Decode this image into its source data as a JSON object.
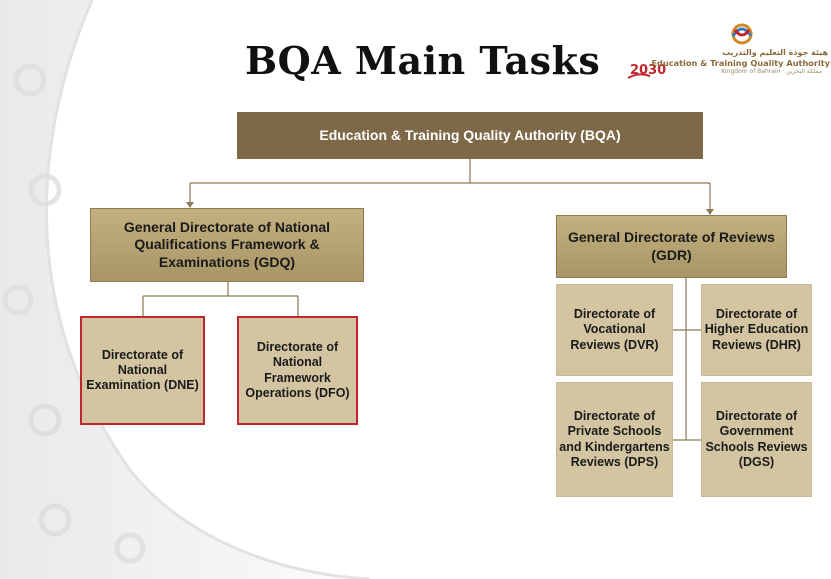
{
  "title": "BQA Main Tasks",
  "logo": {
    "arabic_name": "هيئة جودة التعليم والتدريب",
    "english_name": "Education & Training Quality Authority",
    "kingdom_line": "Kingdom of Bahrain · مملكة البحرين"
  },
  "org": {
    "top": "Education & Training Quality Authority (BQA)",
    "gdq": "General Directorate of National Qualifications Framework & Examinations (GDQ)",
    "gdr": "General Directorate of Reviews (GDR)",
    "dne": "Directorate of National Examination (DNE)",
    "dfo": "Directorate of National Framework Operations (DFO)",
    "dvr": "Directorate of Vocational Reviews (DVR)",
    "dhr": "Directorate of Higher Education Reviews (DHR)",
    "dps": "Directorate of Private Schools and Kindergartens Reviews (DPS)",
    "dgs": "Directorate of Government Schools Reviews (DGS)"
  },
  "colors": {
    "top_box": "#7d6847",
    "directorate_box": "#b5a272",
    "sub_box": "#d4c5a2",
    "highlight_border": "#c0262c"
  }
}
